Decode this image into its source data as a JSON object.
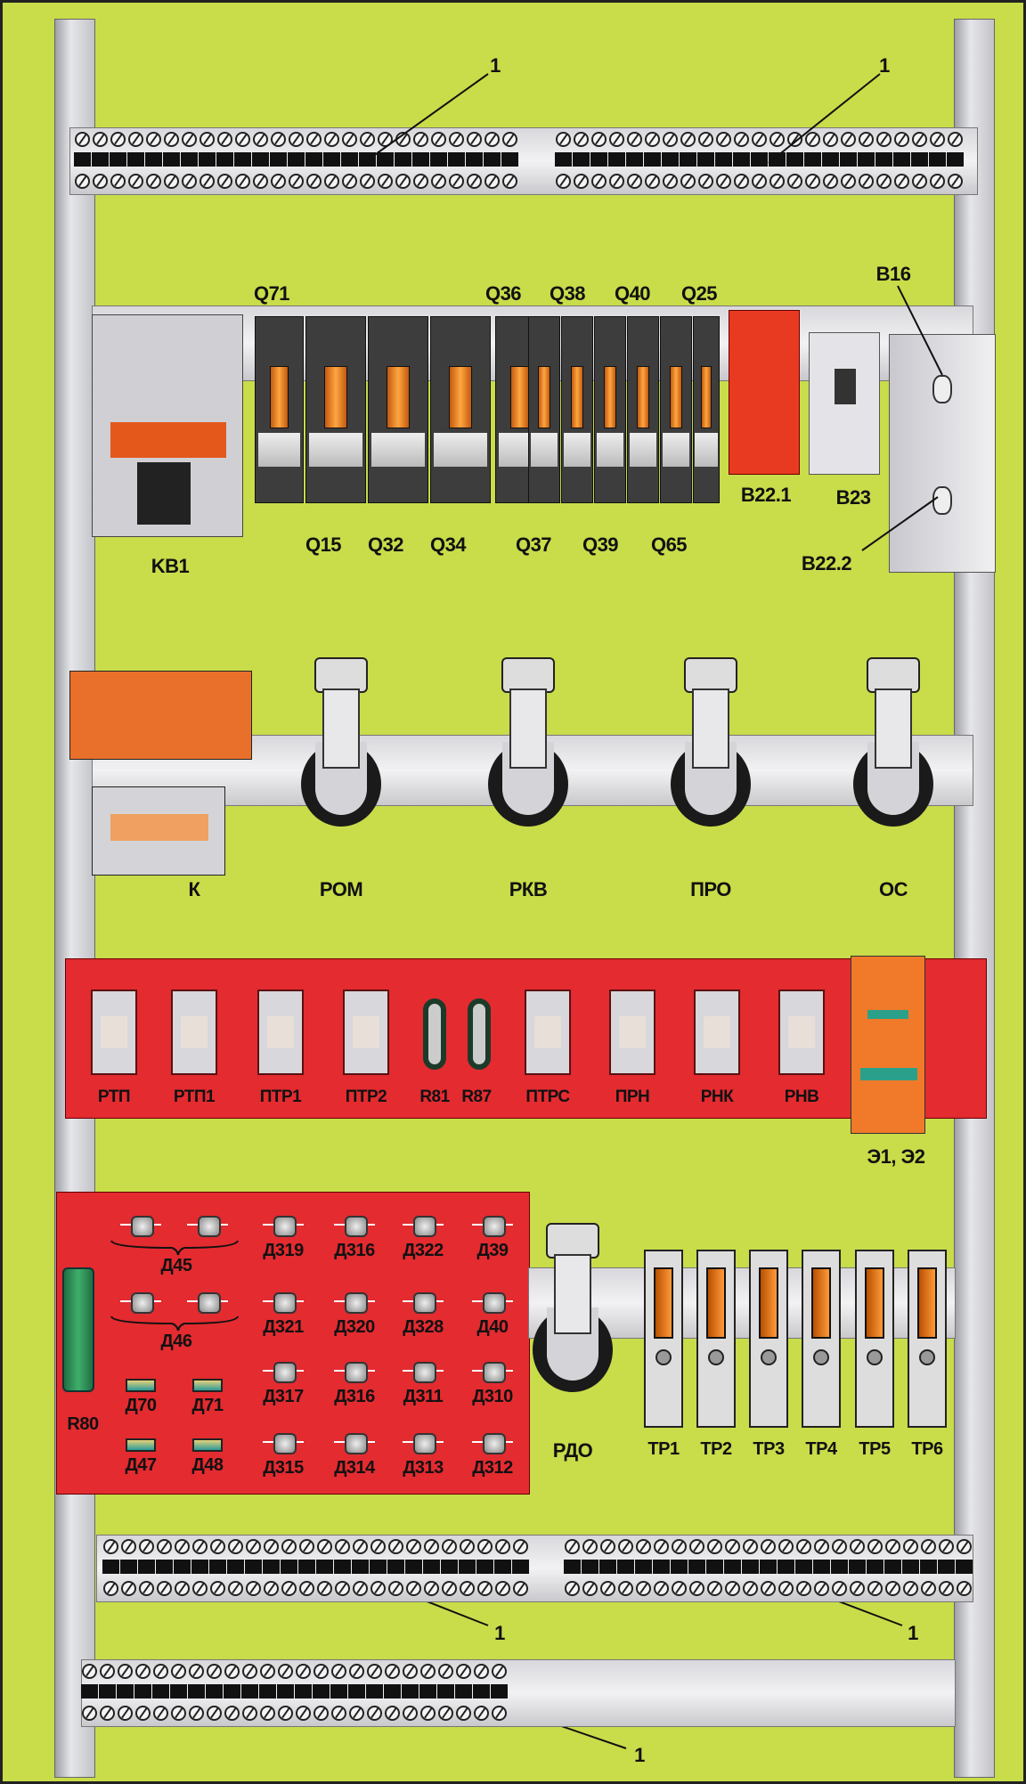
{
  "callout": "1",
  "top_labels": {
    "q71": "Q71",
    "q36": "Q36",
    "q38": "Q38",
    "q40": "Q40",
    "q25": "Q25",
    "b16": "B16"
  },
  "mid_labels": {
    "kb1": "KB1",
    "q15": "Q15",
    "q32": "Q32",
    "q34": "Q34",
    "q37": "Q37",
    "q39": "Q39",
    "q65": "Q65",
    "b22_1": "B22.1",
    "b23": "B23",
    "b22_2": "B22.2"
  },
  "relays_row": {
    "k": "К",
    "rom": "РОМ",
    "rkv": "РКВ",
    "pro": "ПРО",
    "os": "ОС"
  },
  "red_panel": {
    "items": [
      "РТП",
      "РТП1",
      "ПТР1",
      "ПТР2",
      "R81",
      "R87",
      "ПТРС",
      "ПРН",
      "РНК",
      "РНВ"
    ],
    "block": "Э1, Э2"
  },
  "diode_panel": {
    "groups": [
      "Д45",
      "Д46"
    ],
    "r80": "R80",
    "smd": [
      "Д70",
      "Д71",
      "Д47",
      "Д48"
    ],
    "grid": [
      [
        "Д319",
        "Д316",
        "Д322",
        "Д39"
      ],
      [
        "Д321",
        "Д320",
        "Д328",
        "Д40"
      ],
      [
        "Д317",
        "Д316",
        "Д311",
        "Д310"
      ],
      [
        "Д315",
        "Д314",
        "Д313",
        "Д312"
      ]
    ]
  },
  "lower_relays": {
    "rdo": "РДО",
    "tp": [
      "ТР1",
      "ТР2",
      "ТР3",
      "ТР4",
      "ТР5",
      "ТР6"
    ]
  },
  "colors": {
    "background": "#c9dc4a",
    "panel_red": "#e32b30",
    "orange": "#f07a2a"
  }
}
